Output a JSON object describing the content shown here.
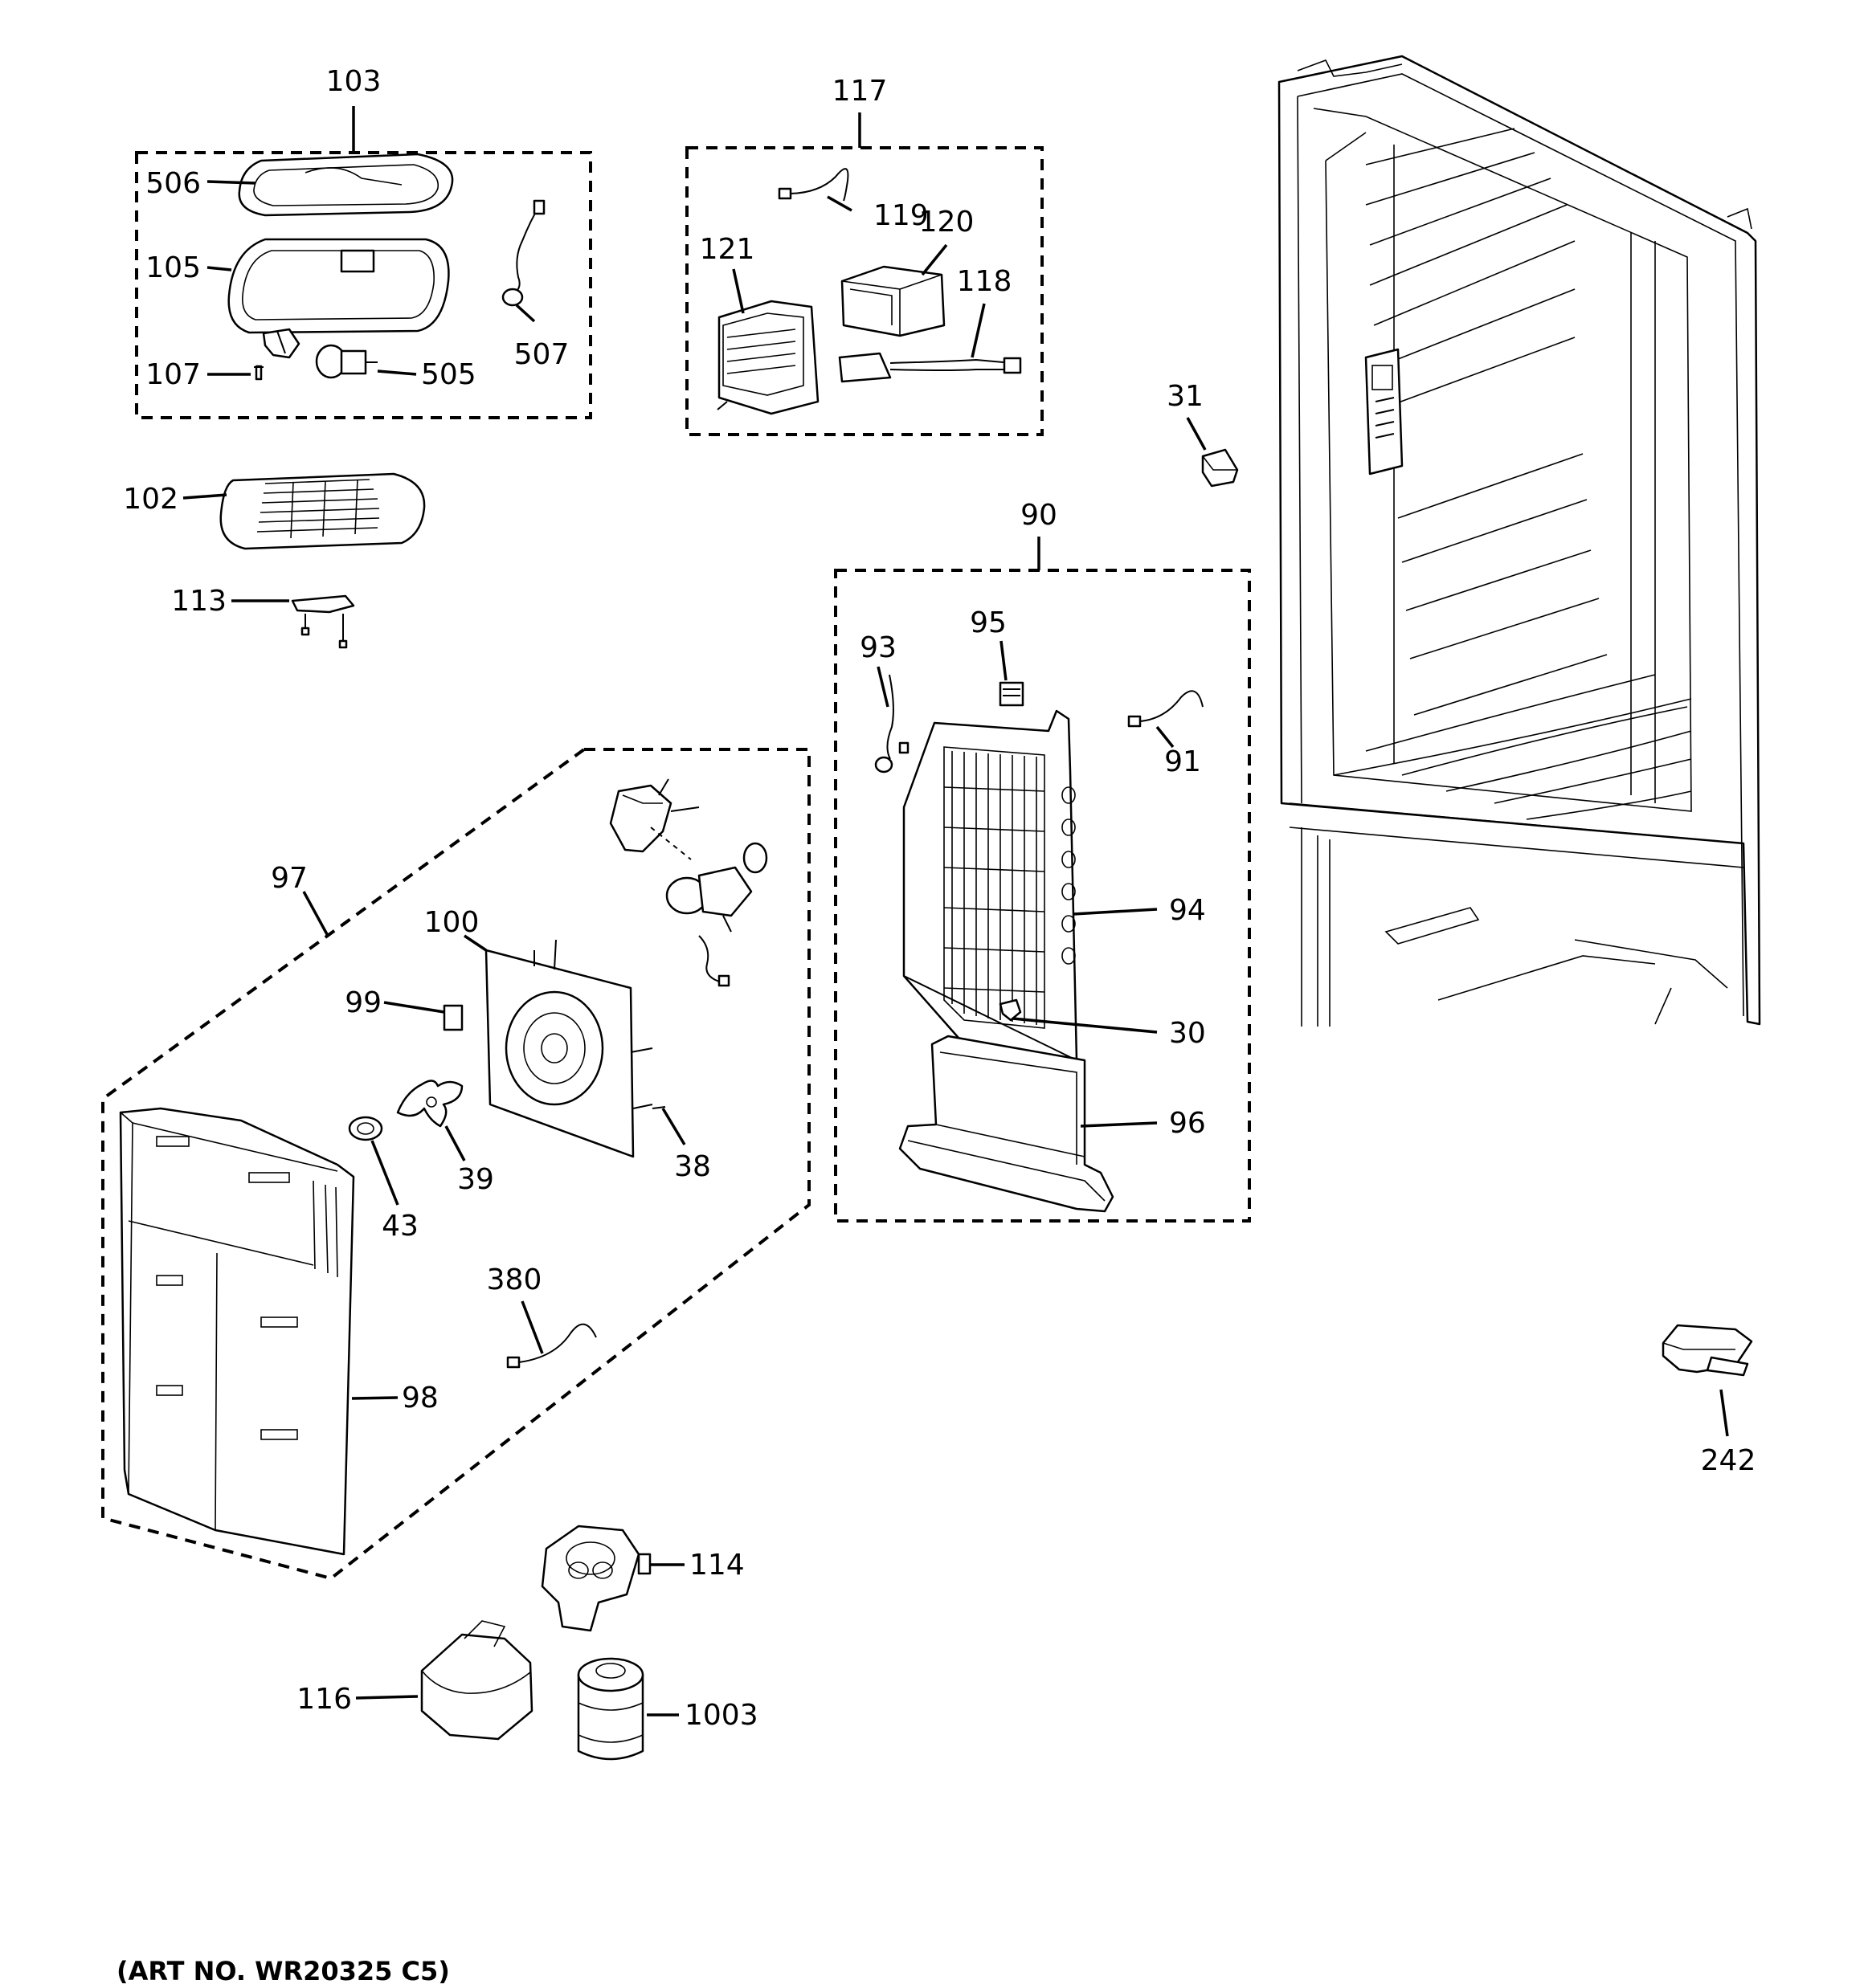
{
  "callouts": {
    "c103": "103",
    "c506": "506",
    "c105": "105",
    "c107": "107",
    "c505": "505",
    "c507": "507",
    "c102": "102",
    "c113": "113",
    "c117": "117",
    "c119": "119",
    "c120": "120",
    "c121": "121",
    "c118": "118",
    "c31": "31",
    "c90": "90",
    "c93": "93",
    "c95": "95",
    "c91": "91",
    "c94": "94",
    "c30": "30",
    "c96": "96",
    "c97": "97",
    "c100": "100",
    "c99": "99",
    "c39": "39",
    "c43": "43",
    "c38": "38",
    "c98": "98",
    "c380": "380",
    "c114": "114",
    "c116": "116",
    "c1003": "1003",
    "c242": "242"
  },
  "footer": {
    "art_no": "(ART NO. WR20325 C5)"
  }
}
